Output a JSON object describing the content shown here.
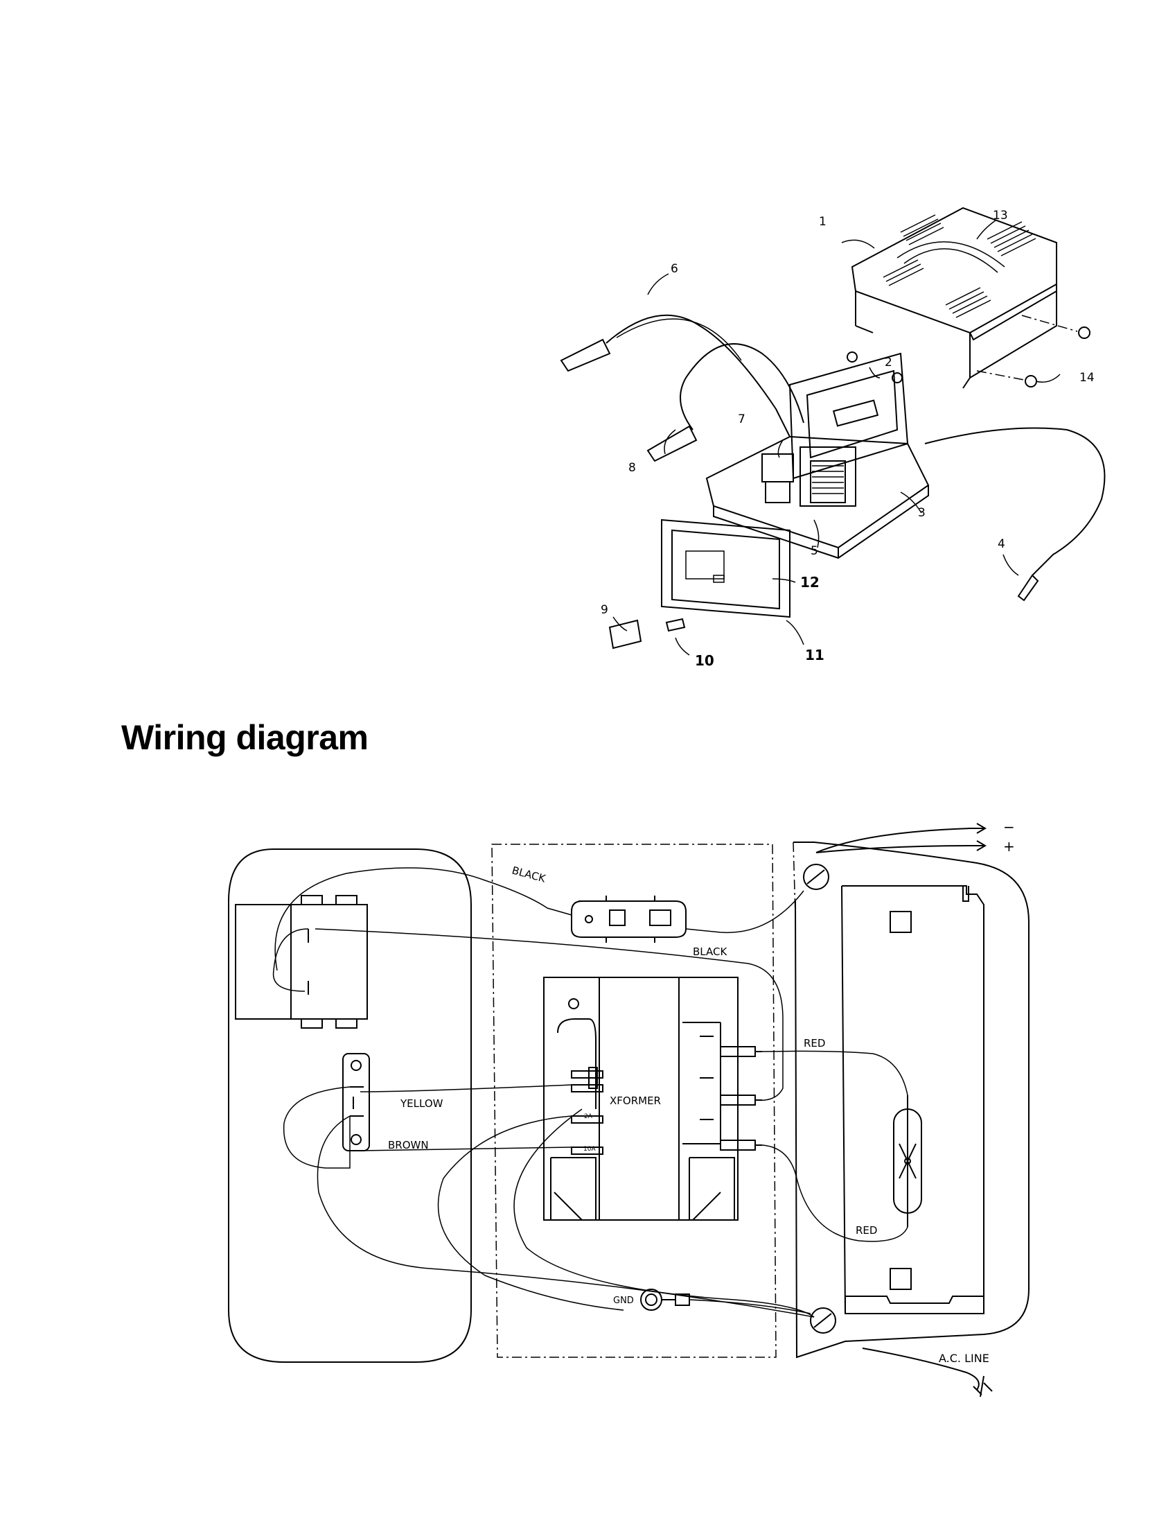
{
  "heading": "Wiring diagram",
  "exploded_view": {
    "callouts": [
      {
        "id": "c1",
        "label": "1"
      },
      {
        "id": "c2",
        "label": "2"
      },
      {
        "id": "c3",
        "label": "3"
      },
      {
        "id": "c4",
        "label": "4"
      },
      {
        "id": "c5",
        "label": "5"
      },
      {
        "id": "c6",
        "label": "6"
      },
      {
        "id": "c7",
        "label": "7"
      },
      {
        "id": "c8",
        "label": "8"
      },
      {
        "id": "c9",
        "label": "9"
      },
      {
        "id": "c10",
        "label": "10"
      },
      {
        "id": "c11",
        "label": "11"
      },
      {
        "id": "c12",
        "label": "12"
      },
      {
        "id": "c13",
        "label": "13"
      },
      {
        "id": "c14",
        "label": "14"
      }
    ]
  },
  "wiring": {
    "wire_labels": {
      "black_top": "BLACK",
      "black_mid": "BLACK",
      "red_top": "RED",
      "red_bottom": "RED",
      "yellow": "YELLOW",
      "brown": "BROWN"
    },
    "transformer": "XFORMER",
    "tap_2a": "2A",
    "tap_10a": "10A",
    "ground": "GND",
    "ac_line": "A.C. LINE",
    "output_negative": "−",
    "output_positive": "+"
  }
}
